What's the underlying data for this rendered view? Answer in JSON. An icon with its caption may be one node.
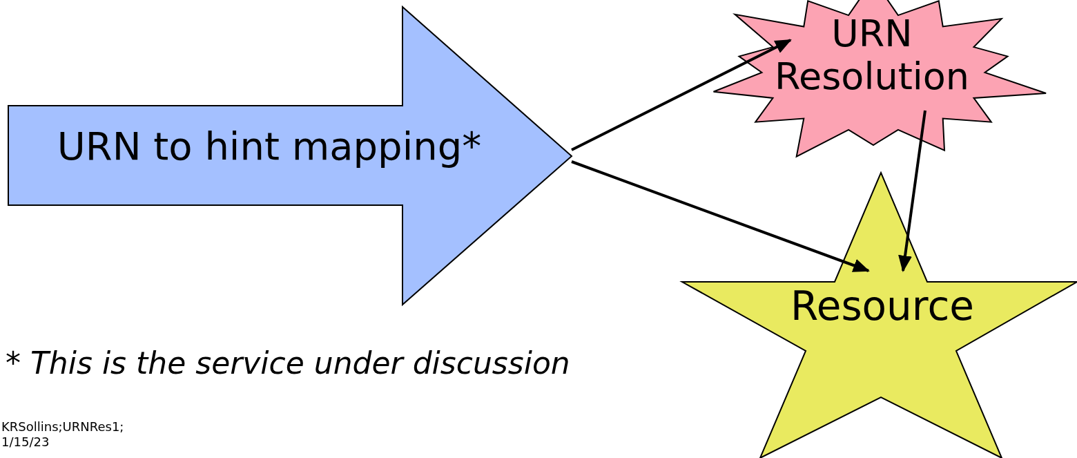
{
  "diagram": {
    "nodes": [
      {
        "text": [
          "URN to hint mapping*"
        ]
      },
      {
        "text": [
          "URN Resolution"
        ]
      },
      {
        "text": [
          "Resource"
        ]
      }
    ],
    "edges": [
      {
        "from": 0,
        "to": 1,
        "arrow": "to"
      },
      {
        "from": 0,
        "to": 2,
        "arrow": "to"
      },
      {
        "from": 1,
        "to": 2,
        "arrow": "to"
      }
    ],
    "labels": [
      "* This is the service under discussion",
      "KRSollins;URNRes1; 1/15/23"
    ]
  }
}
